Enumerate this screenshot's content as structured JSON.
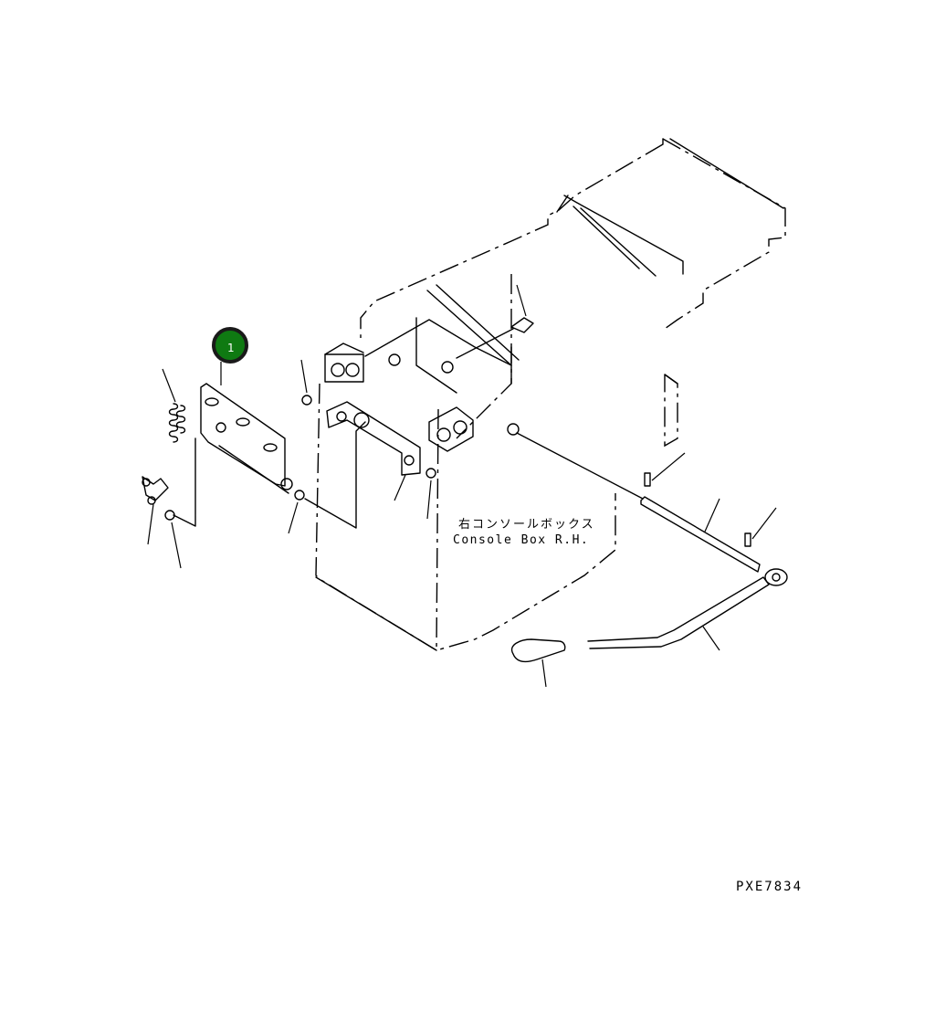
{
  "diagram": {
    "label_jp": "右コンソールボックス",
    "label_en": "Console Box R.H.",
    "drawing_code": "PXE7834"
  },
  "callouts": [
    {
      "number": "1",
      "color": "#0f7a12",
      "ring_color": "#1a1a1a"
    }
  ]
}
